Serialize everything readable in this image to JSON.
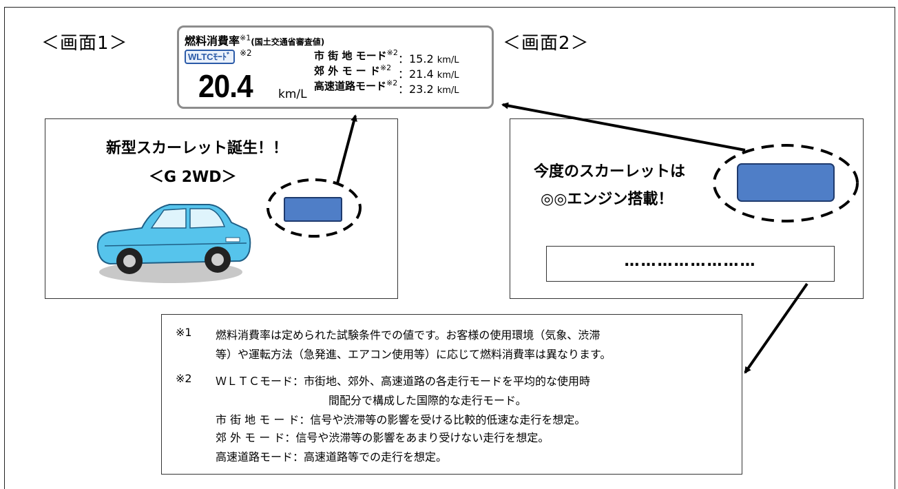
{
  "screen_labels": {
    "screen1": "＜画面1＞",
    "screen2": "＜画面2＞"
  },
  "fuel_label": {
    "title": "燃料消費率",
    "title_mark": "※1",
    "title_sub": "(国土交通省審査値)",
    "wltc_badge": "WLTCﾓｰﾄﾞ",
    "wltc_mark": "※2",
    "combined_value": "20.4",
    "combined_unit": "km/L",
    "modes": [
      {
        "label": "市 街 地 モード",
        "mark": "※2",
        "value": "：15.2",
        "unit": "km/L"
      },
      {
        "label": "郊 外 モ ー ド",
        "mark": "※2",
        "value": "：21.4",
        "unit": "km/L"
      },
      {
        "label": "高速道路モード",
        "mark": "※2",
        "value": "：23.2",
        "unit": "km/L"
      }
    ]
  },
  "screen1": {
    "headline1": "新型スカーレット誕生！！",
    "headline2": "＜G 2WD＞"
  },
  "screen2": {
    "headline1": "今度のスカーレットは",
    "headline2": "◎◎エンジン搭載！",
    "dotted_text": "……………………"
  },
  "notes": {
    "n1_mark": "※1",
    "n1_line1": "燃料消費率は定められた試験条件での値です。お客様の使用環境（気象、渋滞",
    "n1_line2": "等）や運転方法（急発進、エアコン使用等）に応じて燃料消費率は異なります。",
    "n2_mark": "※2",
    "n2_head": "ＷＬＴＣモード：市街地、郊外、高速道路の各走行モードを平均的な使用時",
    "n2_cont": "間配分で構成した国際的な走行モード。",
    "n2_urban": "市 街 地 モ ー ド：信号や渋滞等の影響を受ける比較的低速な走行を想定。",
    "n2_suburban": "郊 外 モ ー ド：信号や渋滞等の影響をあまり受けない走行を想定。",
    "n2_highway": "高速道路モード：高速道路等での走行を想定。"
  },
  "colors": {
    "blue_rect_fill": "#4f7ec7",
    "blue_rect_border": "#1e3a6d",
    "car_body": "#56c4ec",
    "label_border": "#8c8c8c",
    "wltc_blue": "#2a5aa8"
  },
  "icons": [
    "car-illustration",
    "arrow"
  ]
}
